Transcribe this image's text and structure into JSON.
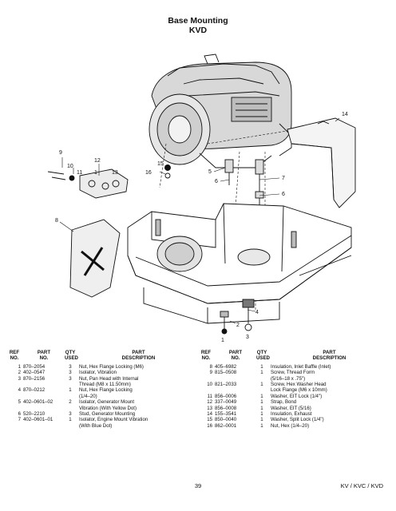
{
  "page": {
    "title": "Base Mounting",
    "subtitle": "KVD"
  },
  "callouts": [
    "14",
    "9",
    "10",
    "12",
    "11",
    "1",
    "13",
    "15",
    "16",
    "5",
    "6",
    "7",
    "6",
    "8",
    "4",
    "2",
    "1",
    "3"
  ],
  "table_headers": {
    "ref_1": "REF",
    "ref_2": "NO.",
    "part_1": "PART",
    "part_2": "NO.",
    "qty_1": "QTY",
    "qty_2": "USED",
    "desc_1": "PART",
    "desc_2": "DESCRIPTION"
  },
  "parts_left": [
    {
      "ref": "1",
      "part": "870–2054",
      "qty": "3",
      "desc": "Nut, Hex Flange Locking (M6)"
    },
    {
      "ref": "2",
      "part": "402–0547",
      "qty": "3",
      "desc": "Isolator, Vibration"
    },
    {
      "ref": "3",
      "part": "870–2156",
      "qty": "3",
      "desc": "Nut, Pan Head with Internal"
    },
    {
      "ref": "",
      "part": "",
      "qty": "",
      "desc": "Thread (M8 x 11.50mm)"
    },
    {
      "ref": "4",
      "part": "870–0212",
      "qty": "1",
      "desc": "Nut, Hex Flange Locking"
    },
    {
      "ref": "",
      "part": "",
      "qty": "",
      "desc": "(1/4–20)"
    },
    {
      "ref": "5",
      "part": "402–0601–02",
      "qty": "2",
      "desc": "Isolator, Generator Mount"
    },
    {
      "ref": "",
      "part": "",
      "qty": "",
      "desc": "Vibration (With Yellow Dot)"
    },
    {
      "ref": "6",
      "part": "520–2210",
      "qty": "3",
      "desc": "Stud, Generator Mounting"
    },
    {
      "ref": "7",
      "part": "402–0601–01",
      "qty": "1",
      "desc": "Isolator, Engine Mount Vibration"
    },
    {
      "ref": "",
      "part": "",
      "qty": "",
      "desc": "(With Blue Dot)"
    }
  ],
  "parts_right": [
    {
      "ref": "8",
      "part": "405–6982",
      "qty": "1",
      "desc": "Insulation, Inlet Baffle (Inlet)"
    },
    {
      "ref": "9",
      "part": "815–0508",
      "qty": "1",
      "desc": "Screw, Thread Form"
    },
    {
      "ref": "",
      "part": "",
      "qty": "",
      "desc": "(5/16–18 x .75\")"
    },
    {
      "ref": "10",
      "part": "821–2033",
      "qty": "1",
      "desc": "Screw, Hex Washer Head"
    },
    {
      "ref": "",
      "part": "",
      "qty": "",
      "desc": "Lock Flange (M6 x 10mm)"
    },
    {
      "ref": "11",
      "part": "856–0006",
      "qty": "1",
      "desc": "Washer, EIT Lock (1/4\")"
    },
    {
      "ref": "12",
      "part": "337–0049",
      "qty": "1",
      "desc": "Strap, Bond"
    },
    {
      "ref": "13",
      "part": "856–0008",
      "qty": "1",
      "desc": "Washer, EIT (5/16)"
    },
    {
      "ref": "14",
      "part": "155–3541",
      "qty": "1",
      "desc": "Insulation, Exhaust"
    },
    {
      "ref": "15",
      "part": "850–0040",
      "qty": "1",
      "desc": "Washer, Split Lock (1/4\")"
    },
    {
      "ref": "16",
      "part": "862–0001",
      "qty": "1",
      "desc": "Nut, Hex (1/4–20)"
    }
  ],
  "footer": {
    "page_number": "39",
    "models": "KV / KVC / KVD"
  }
}
